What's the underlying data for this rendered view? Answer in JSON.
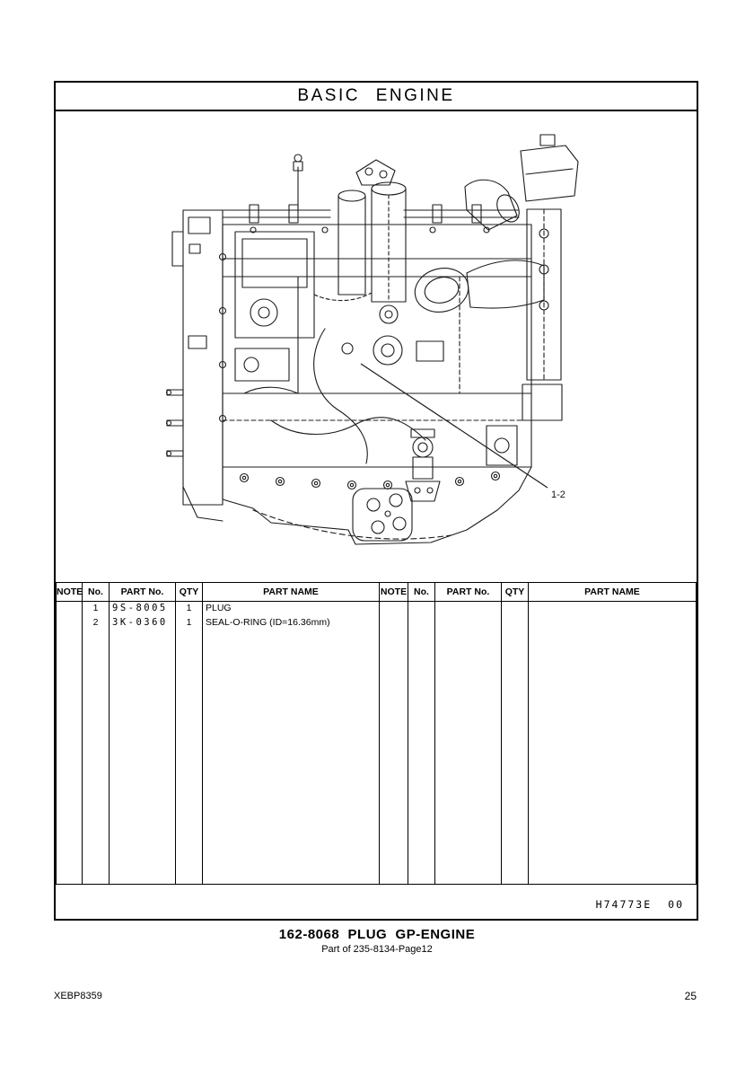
{
  "page": {
    "title": "BASIC ENGINE",
    "drawing_code": "H74773E",
    "drawing_revision": "00",
    "footer_title": "162-8068  PLUG  GP-ENGINE",
    "footer_subtitle": "Part of 235-8134-Page12",
    "document_id": "XEBP8359",
    "page_number": "25"
  },
  "drawing": {
    "callout": "1-2"
  },
  "table": {
    "headers": [
      "NOTE",
      "No.",
      "PART No.",
      "QTY",
      "PART NAME"
    ],
    "rows": [
      {
        "note": "",
        "no": "1",
        "part_no": "9S-8005",
        "qty": "1",
        "part_name": "PLUG"
      },
      {
        "note": "",
        "no": "2",
        "part_no": "3K-0360",
        "qty": "1",
        "part_name": "SEAL-O-RING (ID=16.36mm)"
      }
    ]
  }
}
